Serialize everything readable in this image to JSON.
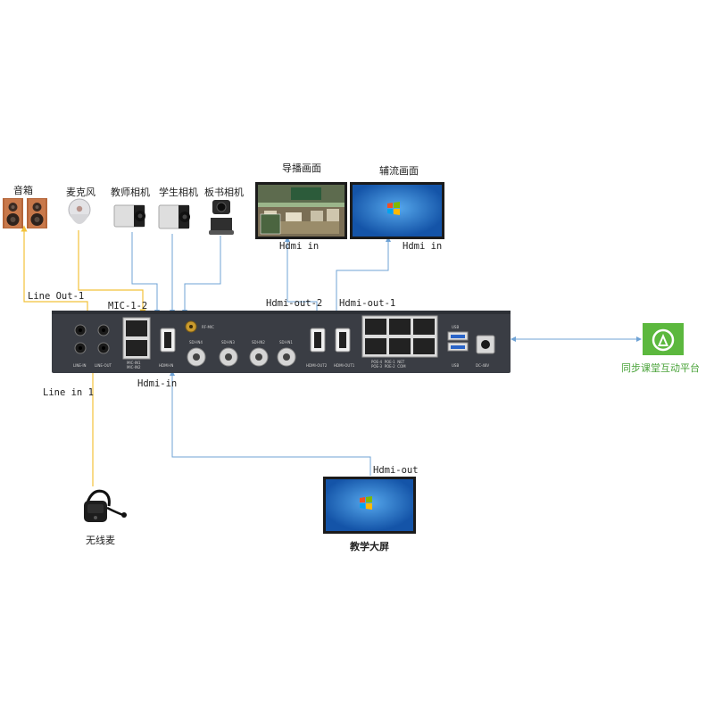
{
  "devices": {
    "speaker": "音箱",
    "microphone": "麦克风",
    "teacher_camera": "教师相机",
    "student_camera": "学生相机",
    "board_camera": "板书相机",
    "director_screen": "导播画面",
    "aux_screen": "辅流画面",
    "teaching_screen": "教学大屏",
    "wireless_mic": "无线麦",
    "platform": "同步课堂互动平台"
  },
  "connections": {
    "line_out": "Line Out-1",
    "mic": "MIC-1-2",
    "line_in": "Line in 1",
    "hdmi_out_2": "Hdmi-out-2",
    "hdmi_out_1": "Hdmi-out-1",
    "hdmi_in_director": "Hdmi in",
    "hdmi_in_aux": "Hdmi in",
    "hdmi_in_device": "Hdmi-in",
    "hdmi_out_teaching": "Hdmi-out"
  },
  "panel": {
    "rf_mic": "RF-MIC",
    "sdi_in4": "SDI-IN4",
    "sdi_in3": "SDI-IN3",
    "sdi_in2": "SDI-IN2",
    "sdi_in1": "SDI-IN1",
    "line_in": "LINE-IN",
    "line_out": "LINE-OUT",
    "mic_in": "MIC-IN1\nMIC-IN2",
    "hdmi_in": "HDMI-IN",
    "hdmi_out2": "HDMI-OUT2",
    "hdmi_out1": "HDMI-OUT1",
    "poe": "POE-4  POE-1  NET\nPOE-3  POE-2  COM",
    "usb_top": "USB",
    "usb_bottom": "USB",
    "dc": "DC-48V"
  },
  "colors": {
    "audio_line": "#f2c23a",
    "video_line": "#6fa3d6",
    "device_body": "#3a3d44",
    "platform_green": "#5cb83e"
  }
}
